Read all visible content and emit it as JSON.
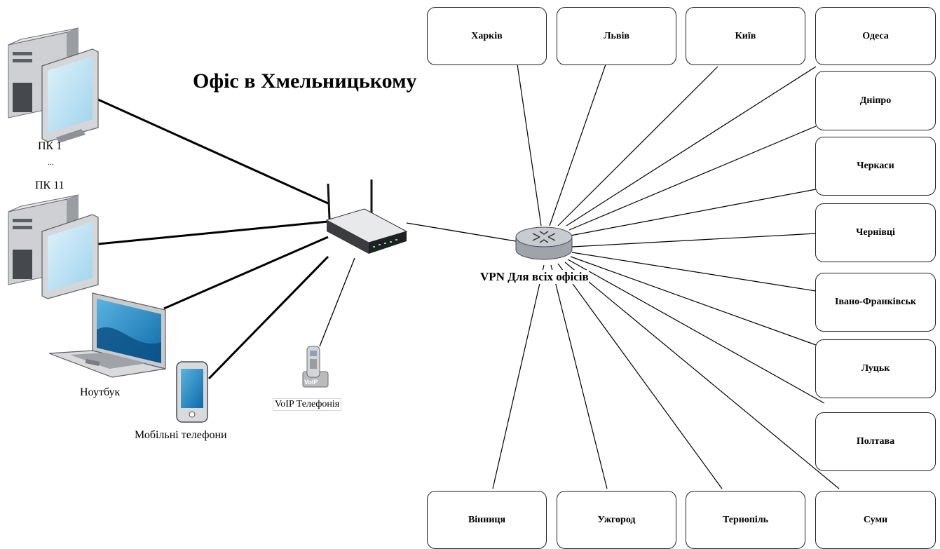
{
  "title": "Офіс в Хмельницькому",
  "devices": {
    "pc_first": "ПК 1",
    "pc_ellipsis": "...",
    "pc_last": "ПК 11",
    "laptop": "Ноутбук",
    "mobile": "Мобільні телефони",
    "voip": "VoIP Телефонія",
    "voip_badge": "VoIP"
  },
  "vpn_label": "VPN Для всіх офісів",
  "offices": [
    "Харків",
    "Львів",
    "Київ",
    "Одеса",
    "Дніпро",
    "Черкаси",
    "Чернівці",
    "Івано-Франківськ",
    "Луцьк",
    "Полтава",
    "Вінниця",
    "Ужгород",
    "Тернопіль",
    "Суми"
  ]
}
